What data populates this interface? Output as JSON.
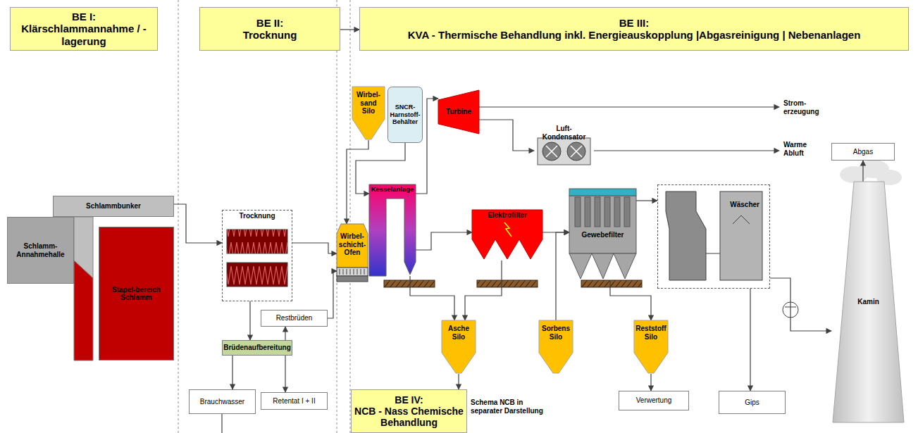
{
  "diagram": {
    "nodes": [
      {
        "text": [
          "BE I:",
          "Klärschlammannahme / -lagerung"
        ]
      },
      {
        "text": [
          "BE II:",
          "Trocknung"
        ]
      },
      {
        "text": [
          "BE III:",
          "KVA - Thermische Behandlung inkl. Energieauskopplung |Abgasreinigung | Nebenanlagen"
        ]
      },
      {
        "text": [
          "Schlammbunker"
        ]
      },
      {
        "text": [
          "Schlamm-Annahmehalle"
        ]
      },
      {
        "text": [
          "Stapel-bereich Schlamm"
        ]
      },
      {
        "text": [
          "Trocknung"
        ]
      },
      {
        "text": [
          "Restbrüden"
        ]
      },
      {
        "text": [
          "Brüdenaufbereitung"
        ]
      },
      {
        "text": [
          "Brauchwasser"
        ]
      },
      {
        "text": [
          "Retentat I + II"
        ]
      },
      {
        "text": [
          "Wirbel-sand Silo"
        ]
      },
      {
        "text": [
          "SNCR-Harnstoff-Behälter"
        ]
      },
      {
        "text": [
          "Turbine"
        ]
      },
      {
        "text": [
          "Luft-Kondensator"
        ]
      },
      {
        "text": [
          "Kesselanlage"
        ]
      },
      {
        "text": [
          "Wirbel-schicht-Ofen"
        ]
      },
      {
        "text": [
          "Elektrofilter"
        ]
      },
      {
        "text": [
          "Gewebefilter"
        ]
      },
      {
        "text": [
          "Wäscher"
        ]
      },
      {
        "text": [
          "Asche Silo"
        ]
      },
      {
        "text": [
          "Sorbens Silo"
        ]
      },
      {
        "text": [
          "Reststoff Silo"
        ]
      },
      {
        "text": [
          "BE IV:",
          "NCB - Nass Chemische Behandlung"
        ]
      },
      {
        "text": [
          "Verwertung"
        ]
      },
      {
        "text": [
          "Gips"
        ]
      },
      {
        "text": [
          "Abgas"
        ]
      },
      {
        "text": [
          "Kamin"
        ]
      }
    ],
    "edges": [
      {
        "from": 3,
        "to": 6,
        "arrow": "to"
      },
      {
        "from": 6,
        "to": 16,
        "arrow": "to"
      },
      {
        "from": 6,
        "to": 8,
        "arrow": "to"
      },
      {
        "from": 8,
        "to": 7,
        "arrow": "to"
      },
      {
        "from": 7,
        "to": 16,
        "arrow": "to"
      },
      {
        "from": 8,
        "to": 9,
        "arrow": "to"
      },
      {
        "from": 8,
        "to": 10,
        "arrow": "to"
      },
      {
        "from": 11,
        "to": 16,
        "arrow": "to"
      },
      {
        "from": 12,
        "to": 15,
        "arrow": "to"
      },
      {
        "from": 15,
        "to": 13,
        "arrow": "to"
      },
      {
        "from": 13,
        "to": 14,
        "arrow": "to"
      },
      {
        "from": 15,
        "to": 17,
        "arrow": "to"
      },
      {
        "from": 15,
        "to": 20,
        "arrow": "to"
      },
      {
        "from": 17,
        "to": 20,
        "arrow": "to"
      },
      {
        "from": 17,
        "to": 18,
        "arrow": "to"
      },
      {
        "from": 21,
        "to": 18,
        "arrow": "to"
      },
      {
        "from": 18,
        "to": 22,
        "arrow": "to"
      },
      {
        "from": 18,
        "to": 19,
        "arrow": "to"
      },
      {
        "from": 19,
        "to": 27,
        "arrow": "to"
      },
      {
        "from": 19,
        "to": 25,
        "arrow": "to"
      },
      {
        "from": 27,
        "to": 26,
        "arrow": "to"
      },
      {
        "from": 22,
        "to": 24,
        "arrow": "to"
      },
      {
        "from": 20,
        "to": 23,
        "arrow": "to"
      },
      {
        "from": 1,
        "to": 2,
        "arrow": "to"
      }
    ],
    "labels": [
      "Strom-erzeugung",
      "Warme Abluft",
      "Schema NCB in separater Darstellung"
    ]
  }
}
